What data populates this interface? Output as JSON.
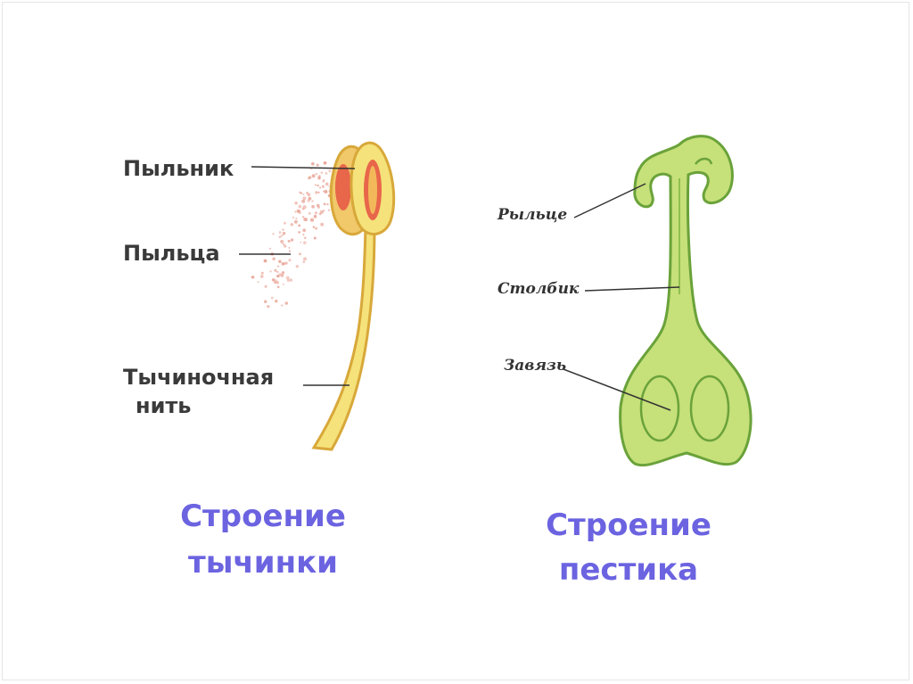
{
  "stamen": {
    "labels": {
      "anther": "Пыльник",
      "pollen": "Пыльца",
      "filament_line1": "Тычиночная",
      "filament_line2": "нить"
    },
    "caption": {
      "line1": "Строение",
      "line2": "тычинки"
    }
  },
  "pistil": {
    "labels": {
      "stigma": "Рыльце",
      "style": "Столбик",
      "ovary": "Завязь"
    },
    "caption": {
      "line1": "Строение",
      "line2": "пестика"
    }
  },
  "colors": {
    "caption": "#6b63e0",
    "stamen_fill": "#f5e27a",
    "stamen_outline": "#d8a83a",
    "anther_inner": "#e8664a",
    "pollen": "#e9a79a",
    "pistil_fill": "#c6e07a",
    "pistil_outline": "#6aa23a"
  }
}
